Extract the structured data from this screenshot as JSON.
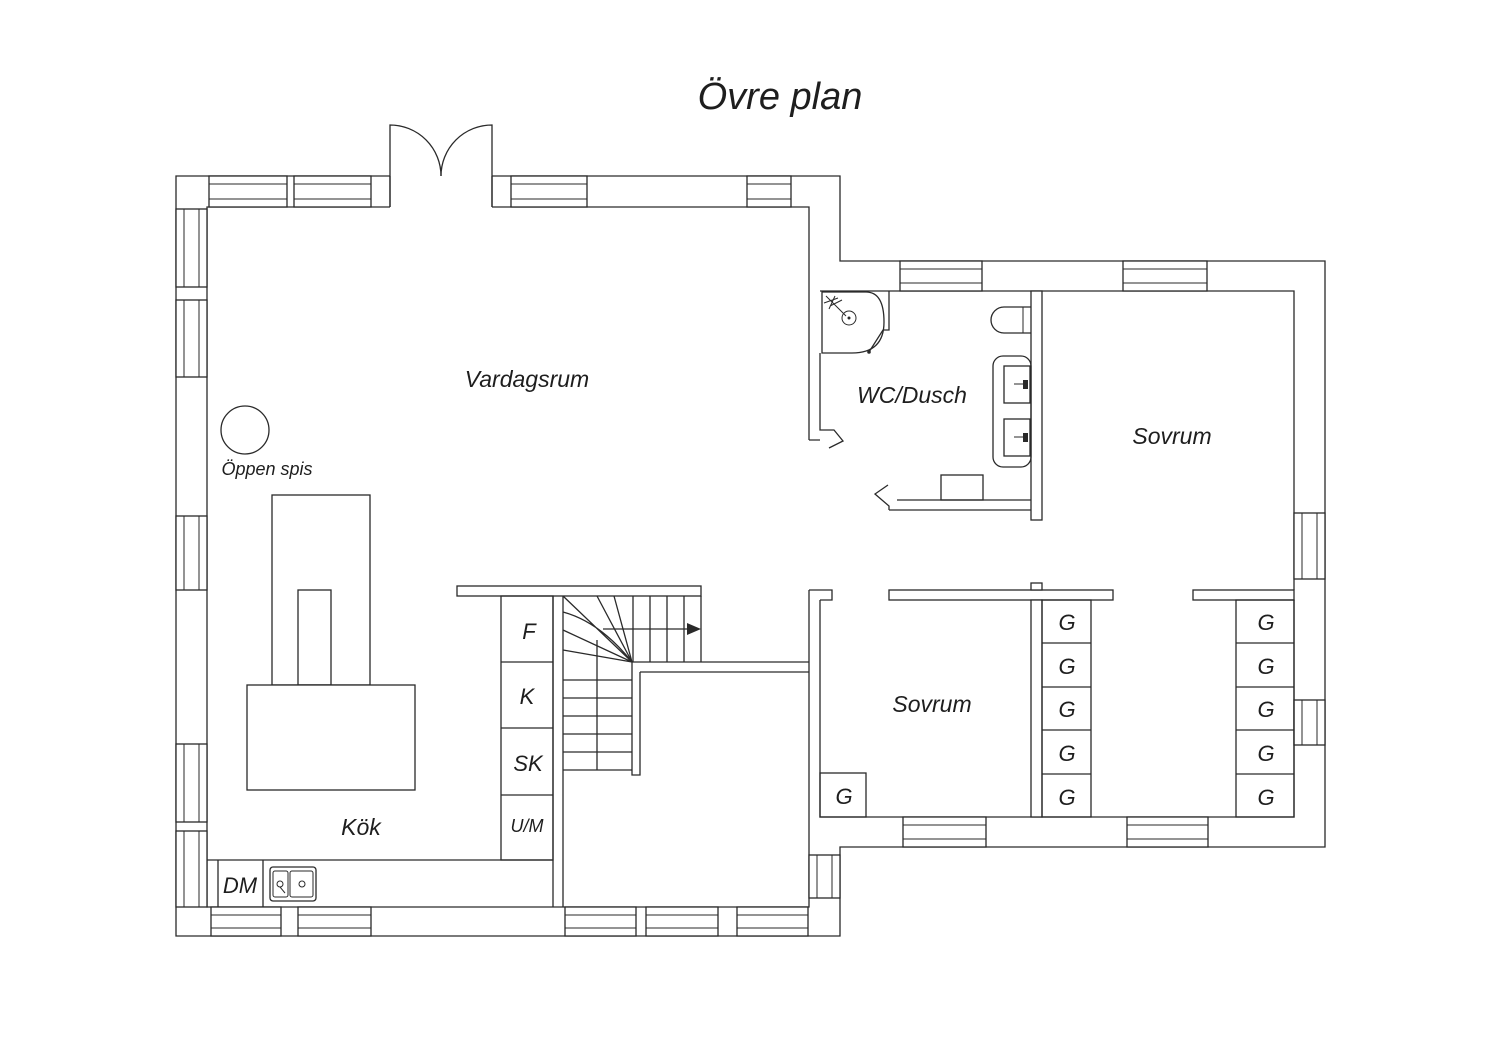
{
  "title": "Övre plan",
  "rooms": {
    "vardagsrum": "Vardagsrum",
    "wc_dusch": "WC/Dusch",
    "sovrum_upper": "Sovrum",
    "sovrum_lower": "Sovrum",
    "kok": "Kök"
  },
  "fixtures": {
    "oppen_spis": "Öppen spis",
    "dm": "DM",
    "f": "F",
    "k": "K",
    "sk": "SK",
    "um": "U/M"
  },
  "closets": {
    "middle": [
      "G",
      "G",
      "G",
      "G",
      "G"
    ],
    "right": [
      "G",
      "G",
      "G",
      "G",
      "G"
    ],
    "sovrum": "G"
  }
}
